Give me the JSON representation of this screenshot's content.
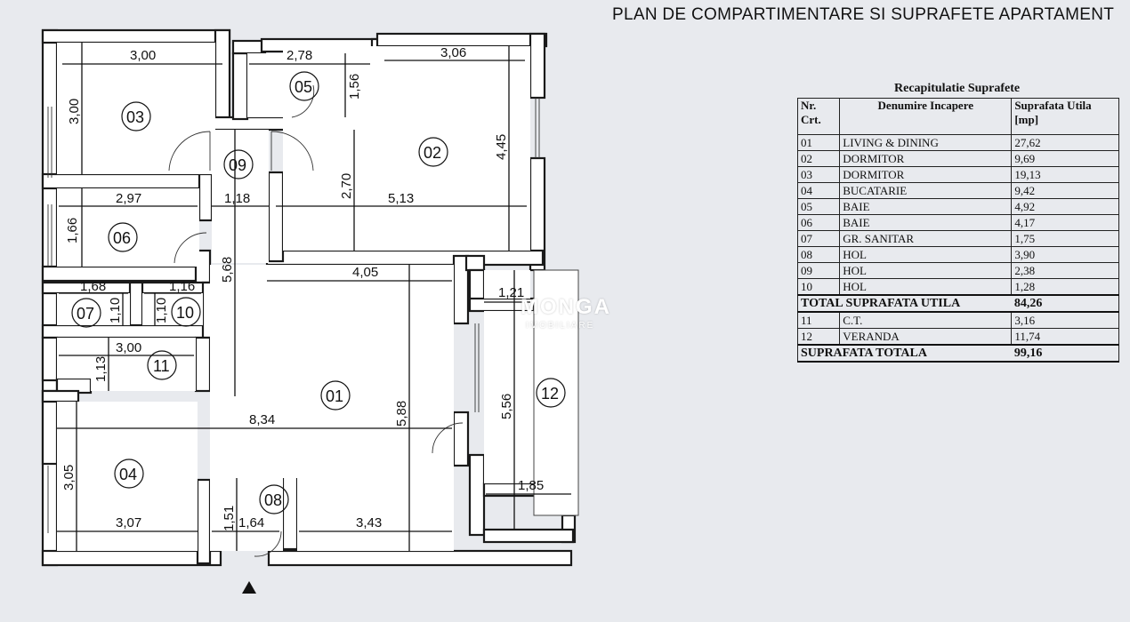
{
  "plan": {
    "title": "PLAN DE COMPARTIMENTARE SI SUPRAFETE APARTAMENT",
    "rooms": [
      "01",
      "02",
      "03",
      "04",
      "05",
      "06",
      "07",
      "08",
      "09",
      "10",
      "11",
      "12"
    ],
    "dimensions": {
      "d_300_top": "3,00",
      "d_278": "2,78",
      "d_156": "1,56",
      "d_306": "3,06",
      "d_300_left": "3,00",
      "d_445": "4,45",
      "d_270": "2,70",
      "d_513": "5,13",
      "d_297": "2,97",
      "d_118": "1,18",
      "d_166": "1,66",
      "d_568": "5,68",
      "d_405": "4,05",
      "d_121": "1,21",
      "d_168": "1,68",
      "d_116": "1,16",
      "d_110a": "1,10",
      "d_110b": "1,10",
      "d_300_mid": "3,00",
      "d_113": "1,13",
      "d_834": "8,34",
      "d_588": "5,88",
      "d_556": "5,56",
      "d_305": "3,05",
      "d_185": "1,85",
      "d_307": "3,07",
      "d_151": "1,51",
      "d_164": "1,64",
      "d_343": "3,43"
    }
  },
  "summary": {
    "caption": "Recapitulatie Suprafete",
    "headers": {
      "nr": "Nr. Crt.",
      "name": "Denumire Incapere",
      "area": "Suprafata Utila [mp]"
    },
    "rows_utile": [
      {
        "nr": "01",
        "name": "LIVING & DINING",
        "area": "27,62"
      },
      {
        "nr": "02",
        "name": "DORMITOR",
        "area": "9,69"
      },
      {
        "nr": "03",
        "name": "DORMITOR",
        "area": "19,13"
      },
      {
        "nr": "04",
        "name": "BUCATARIE",
        "area": "9,42"
      },
      {
        "nr": "05",
        "name": "BAIE",
        "area": "4,92"
      },
      {
        "nr": "06",
        "name": "BAIE",
        "area": "4,17"
      },
      {
        "nr": "07",
        "name": "GR. SANITAR",
        "area": "1,75"
      },
      {
        "nr": "08",
        "name": "HOL",
        "area": "3,90"
      },
      {
        "nr": "09",
        "name": "HOL",
        "area": "2,38"
      },
      {
        "nr": "10",
        "name": "HOL",
        "area": "1,28"
      }
    ],
    "total_utila_label": "TOTAL SUPRAFATA UTILA",
    "total_utila_value": "84,26",
    "rows_extra": [
      {
        "nr": "11",
        "name": "C.T.",
        "area": "3,16"
      },
      {
        "nr": "12",
        "name": "VERANDA",
        "area": "11,74"
      }
    ],
    "total_label": "SUPRAFATA TOTALA",
    "total_value": "99,16"
  },
  "logo": {
    "name": "MONGA",
    "tagline": "IMOBILIARE"
  },
  "colors": {
    "background": "#e8eaee",
    "line": "#1a1a1a",
    "logo": "#ffffff"
  }
}
